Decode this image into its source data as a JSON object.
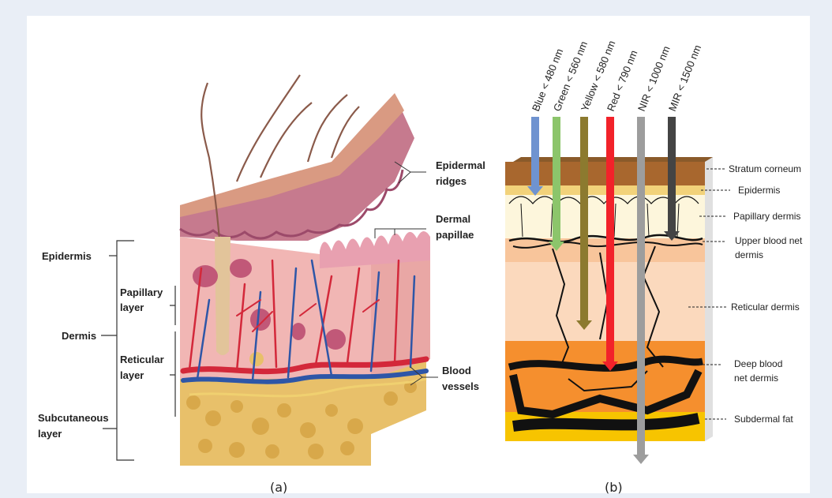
{
  "panel_a": {
    "caption": "(a)",
    "left_labels": {
      "epidermis": "Epidermis",
      "papillary": [
        "Papillary",
        "layer"
      ],
      "dermis": "Dermis",
      "reticular": [
        "Reticular",
        "layer"
      ],
      "subcutaneous": [
        "Subcutaneous",
        "layer"
      ]
    },
    "right_labels": {
      "epidermal_ridges": [
        "Epidermal",
        "ridges"
      ],
      "dermal_papillae": [
        "Dermal",
        "papillae"
      ],
      "blood_vessels": [
        "Blood",
        "vessels"
      ]
    }
  },
  "panel_b": {
    "caption": "(b)",
    "wavelengths": [
      {
        "label": "Blue < 480 nm",
        "color": "#6f93d0"
      },
      {
        "label": "Green < 560 nm",
        "color": "#8cc56b"
      },
      {
        "label": "Yellow < 580 nm",
        "color": "#8c7a2f"
      },
      {
        "label": "Red < 790 nm",
        "color": "#f2222a"
      },
      {
        "label": "NIR < 1000 nm",
        "color": "#9d9d9d"
      },
      {
        "label": "MIR < 1500 nm",
        "color": "#444444"
      }
    ],
    "layers": {
      "stratum_corneum": "Stratum corneum",
      "epidermis": "Epidermis",
      "papillary_dermis": "Papillary dermis",
      "upper_blood_net": [
        "Upper blood net",
        "dermis"
      ],
      "reticular_dermis": "Reticular dermis",
      "deep_blood_net": [
        "Deep blood",
        "net dermis"
      ],
      "subdermal_fat": "Subdermal  fat"
    },
    "layer_colors": {
      "stratum_corneum": "#a8672e",
      "epidermis": "#f2d27a",
      "papillary": "#fdf6dc",
      "upper_net": "#f8c59b",
      "reticular": "#fbd9bd",
      "deep_net": "#f58f2e",
      "fat": "#f7c400"
    }
  }
}
